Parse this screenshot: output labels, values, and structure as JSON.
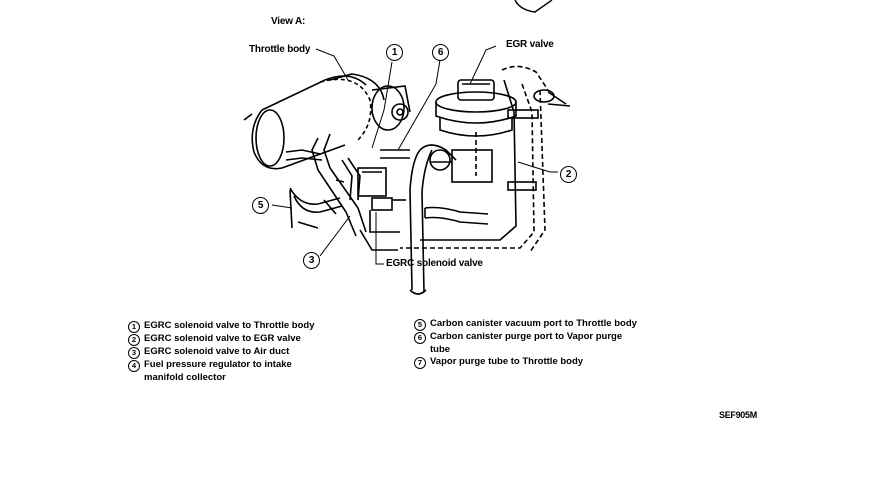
{
  "view_title": "View A:",
  "callouts": {
    "throttle_body": "Throttle body",
    "egr_valve": "EGR valve",
    "egrc_solenoid_valve": "EGRC solenoid valve",
    "markers": [
      "1",
      "2",
      "3",
      "5",
      "6"
    ]
  },
  "legend_left": [
    {
      "num": "1",
      "text": "EGRC solenoid valve to Throttle body"
    },
    {
      "num": "2",
      "text": "EGRC solenoid valve to EGR valve"
    },
    {
      "num": "3",
      "text": "EGRC solenoid valve to Air duct"
    },
    {
      "num": "4",
      "text": "Fuel pressure regulator to intake manifold collector"
    }
  ],
  "legend_right": [
    {
      "num": "5",
      "text": "Carbon canister vacuum port to Throttle body"
    },
    {
      "num": "6",
      "text": "Carbon canister purge port to Vapor purge tube"
    },
    {
      "num": "7",
      "text": "Vapor purge tube to Throttle body"
    }
  ],
  "figure_code": "SEF905M"
}
